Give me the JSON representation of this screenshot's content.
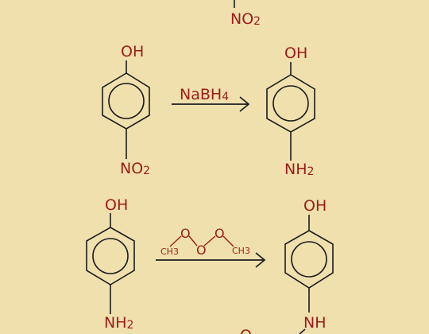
{
  "top_fragment": {
    "group": "NO",
    "sub": "2"
  },
  "reaction1": {
    "reactant": {
      "top": "OH",
      "bottom_group": "NO",
      "bottom_sub": "2"
    },
    "reagent": {
      "text": "NaBH",
      "sub": "4"
    },
    "product": {
      "top": "OH",
      "bottom_group": "NH",
      "bottom_sub": "2"
    }
  },
  "reaction2": {
    "reactant": {
      "top": "OH",
      "bottom_group": "NH",
      "bottom_sub": "2"
    },
    "reagent": {
      "o1": "O",
      "o2": "O",
      "o3": "O",
      "ch3_left": "CH3",
      "ch3_right": "CH3"
    },
    "product": {
      "top": "OH",
      "bottom": "NH",
      "partial": "O"
    }
  },
  "colors": {
    "background": "#efe0ad",
    "label": "#9c1c1c",
    "bond": "#1c1c1c"
  }
}
